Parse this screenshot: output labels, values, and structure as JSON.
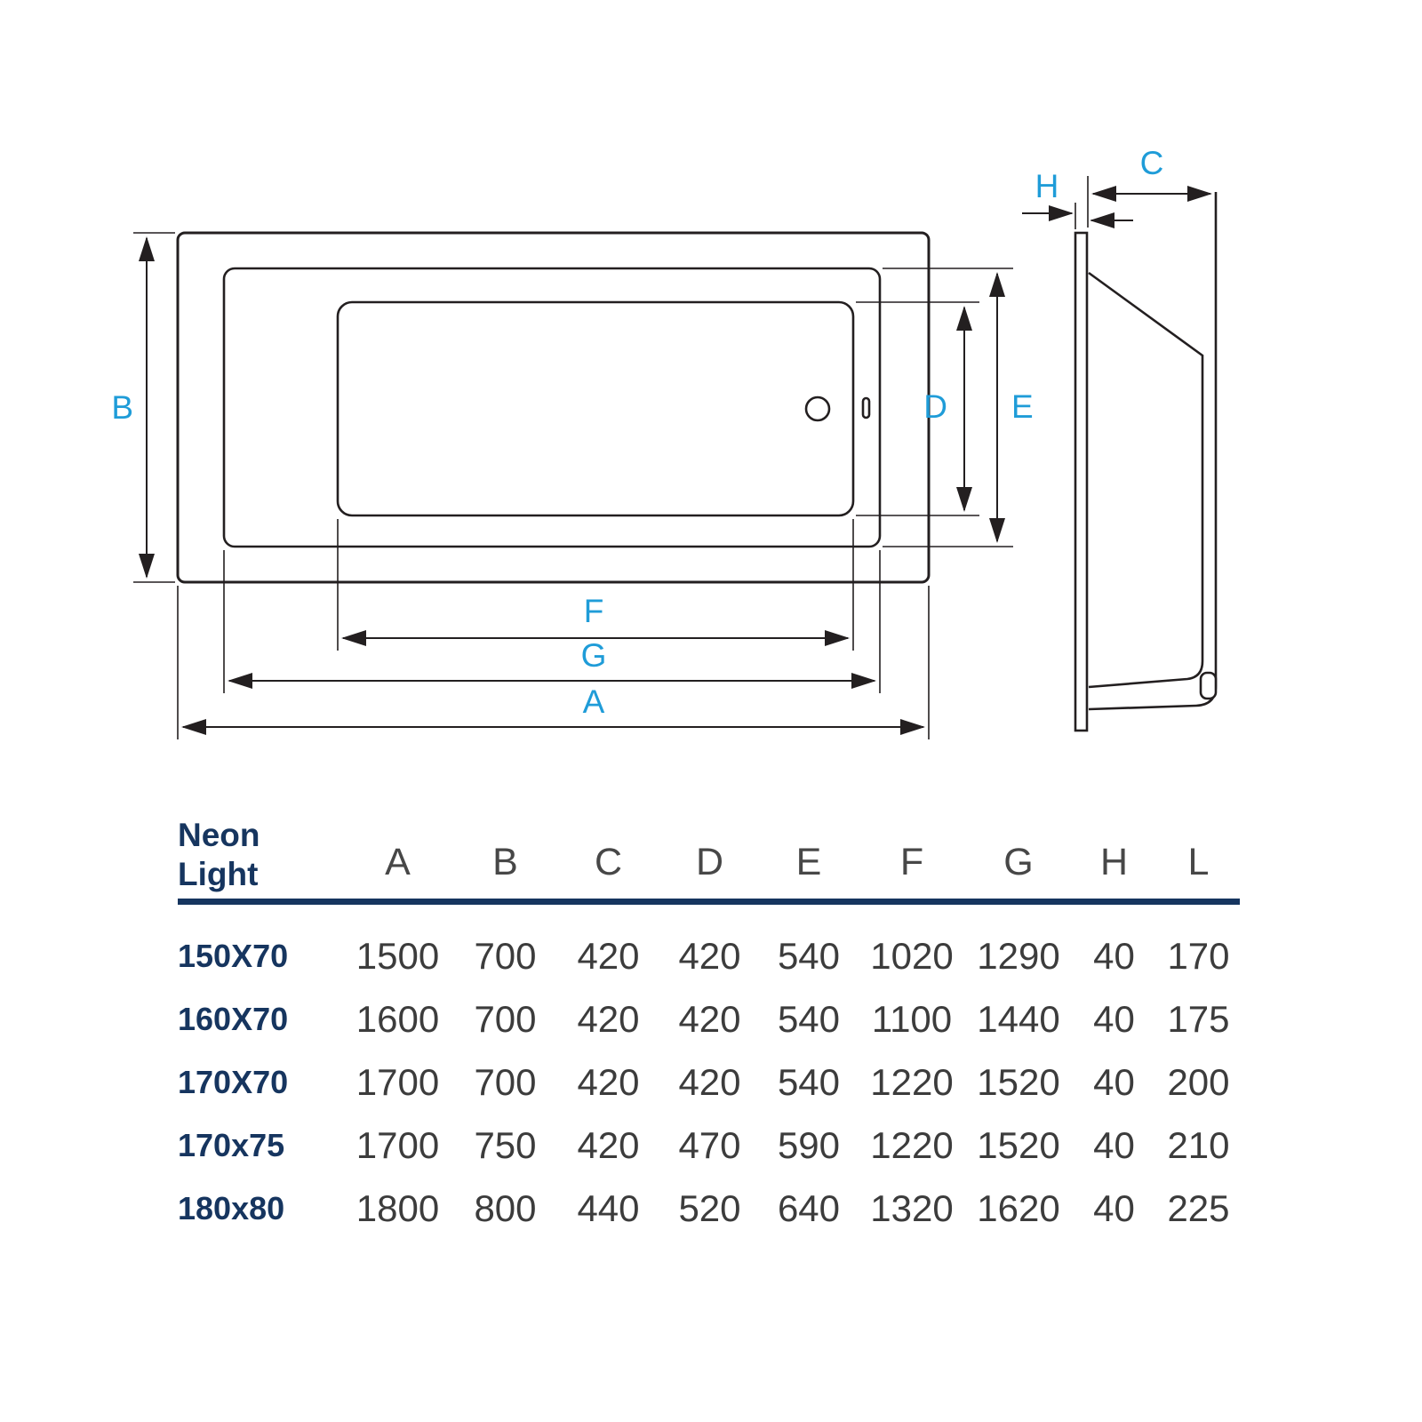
{
  "diagram": {
    "labels": {
      "a": "A",
      "b": "B",
      "c": "C",
      "d": "D",
      "e": "E",
      "f": "F",
      "g": "G",
      "h": "H"
    }
  },
  "table": {
    "title_line1": "Neon",
    "title_line2": "Light",
    "columns": [
      "A",
      "B",
      "C",
      "D",
      "E",
      "F",
      "G",
      "H",
      "L"
    ],
    "rows": [
      {
        "label": "150X70",
        "values": [
          "1500",
          "700",
          "420",
          "420",
          "540",
          "1020",
          "1290",
          "40",
          "170"
        ]
      },
      {
        "label": "160X70",
        "values": [
          "1600",
          "700",
          "420",
          "420",
          "540",
          "1100",
          "1440",
          "40",
          "175"
        ]
      },
      {
        "label": "170X70",
        "values": [
          "1700",
          "700",
          "420",
          "420",
          "540",
          "1220",
          "1520",
          "40",
          "200"
        ]
      },
      {
        "label": "170x75",
        "values": [
          "1700",
          "750",
          "420",
          "470",
          "590",
          "1220",
          "1520",
          "40",
          "210"
        ]
      },
      {
        "label": "180x80",
        "values": [
          "1800",
          "800",
          "440",
          "520",
          "640",
          "1320",
          "1620",
          "40",
          "225"
        ]
      }
    ]
  },
  "colors": {
    "dimension_label": "#1f9cd8",
    "table_heading": "#16355f",
    "line": "#231f20",
    "value_text": "#3c3c3c"
  }
}
